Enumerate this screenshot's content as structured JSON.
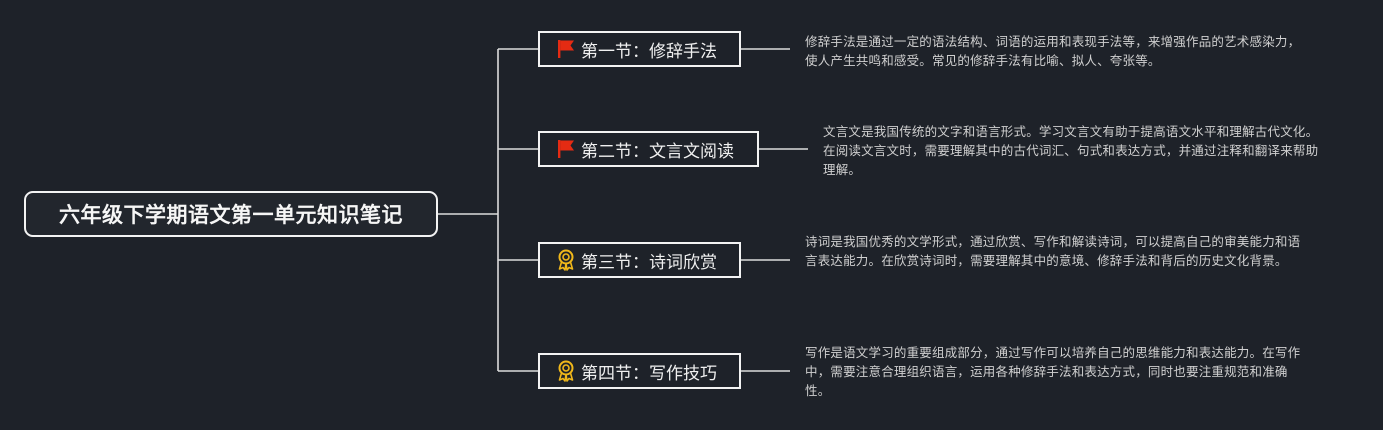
{
  "root": {
    "title": "六年级下学期语文第一单元知识笔记"
  },
  "colors": {
    "background": "#1e2229",
    "node_border": "#f3f3f3",
    "connector": "#dcdcdc",
    "flag_red": "#e52b13",
    "award_gold": "#f1b81a"
  },
  "topics": [
    {
      "label": "第一节：修辞手法",
      "icon": "red-flag-icon",
      "description": "修辞手法是通过一定的语法结构、词语的运用和表现手法等，来增强作品的艺术感染力，使人产生共鸣和感受。常见的修辞手法有比喻、拟人、夸张等。"
    },
    {
      "label": "第二节：文言文阅读",
      "icon": "red-flag-icon",
      "description": "文言文是我国传统的文字和语言形式。学习文言文有助于提高语文水平和理解古代文化。在阅读文言文时，需要理解其中的古代词汇、句式和表达方式，并通过注释和翻译来帮助理解。"
    },
    {
      "label": "第三节：诗词欣赏",
      "icon": "award-medal-icon",
      "description": "诗词是我国优秀的文学形式，通过欣赏、写作和解读诗词，可以提高自己的审美能力和语言表达能力。在欣赏诗词时，需要理解其中的意境、修辞手法和背后的历史文化背景。"
    },
    {
      "label": "第四节：写作技巧",
      "icon": "award-medal-icon",
      "description": "写作是语文学习的重要组成部分，通过写作可以培养自己的思维能力和表达能力。在写作中，需要注意合理组织语言，运用各种修辞手法和表达方式，同时也要注重规范和准确性。"
    }
  ]
}
